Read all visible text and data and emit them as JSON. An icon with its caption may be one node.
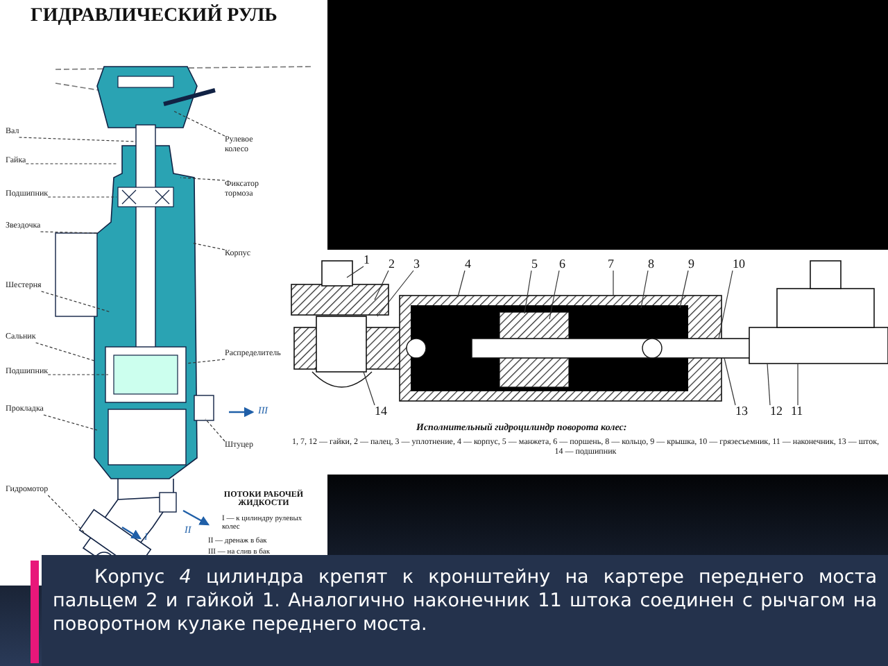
{
  "diagram": {
    "title": "ГИДРАВЛИЧЕСКИЙ РУЛЬ",
    "caption": "Корпус *4* цилиндра крепят к кронштейну на картере переднего моста пальцем 2 и гайкой 1. Аналогично наконечник 11 штока соединен с рычагом на поворотном кулаке переднего моста.",
    "nodes": [
      {
        "text": [
          "Вал"
        ]
      },
      {
        "text": [
          "Гайка"
        ]
      },
      {
        "text": [
          "Подшипник"
        ]
      },
      {
        "text": [
          "Звездочка"
        ]
      },
      {
        "text": [
          "Шестерня"
        ]
      },
      {
        "text": [
          "Сальник"
        ]
      },
      {
        "text": [
          "Подшипник"
        ]
      },
      {
        "text": [
          "Прокладка"
        ]
      },
      {
        "text": [
          "Гидромотор"
        ]
      },
      {
        "text": [
          "Рулевое колесо"
        ]
      },
      {
        "text": [
          "Фиксатор тормоза"
        ]
      },
      {
        "text": [
          "Корпус"
        ]
      },
      {
        "text": [
          "Распределитель"
        ]
      },
      {
        "text": [
          "Штуцер"
        ]
      },
      {
        "text": [
          "1"
        ]
      },
      {
        "text": [
          "2"
        ]
      },
      {
        "text": [
          "3"
        ]
      },
      {
        "text": [
          "4"
        ]
      },
      {
        "text": [
          "5"
        ]
      },
      {
        "text": [
          "6"
        ]
      },
      {
        "text": [
          "7"
        ]
      },
      {
        "text": [
          "8"
        ]
      },
      {
        "text": [
          "9"
        ]
      },
      {
        "text": [
          "10"
        ]
      },
      {
        "text": [
          "11"
        ]
      },
      {
        "text": [
          "12"
        ]
      },
      {
        "text": [
          "13"
        ]
      },
      {
        "text": [
          "14"
        ]
      }
    ],
    "edges": [
      {
        "from": 0,
        "to": null,
        "arrow": "none",
        "style": "dashed"
      },
      {
        "from": 1,
        "to": null,
        "arrow": "none",
        "style": "dashed"
      },
      {
        "from": 2,
        "to": null,
        "arrow": "none",
        "style": "dashed"
      },
      {
        "from": 3,
        "to": null,
        "arrow": "none",
        "style": "dashed"
      },
      {
        "from": 4,
        "to": null,
        "arrow": "none",
        "style": "dashed"
      },
      {
        "from": 5,
        "to": null,
        "arrow": "none",
        "style": "dashed"
      },
      {
        "from": 6,
        "to": null,
        "arrow": "none",
        "style": "dashed"
      },
      {
        "from": 7,
        "to": null,
        "arrow": "none",
        "style": "dashed"
      },
      {
        "from": 8,
        "to": null,
        "arrow": "none",
        "style": "dashed"
      },
      {
        "from": 9,
        "to": null,
        "arrow": "none",
        "style": "dashed"
      },
      {
        "from": 10,
        "to": null,
        "arrow": "none",
        "style": "dashed"
      },
      {
        "from": 11,
        "to": null,
        "arrow": "none",
        "style": "dashed"
      },
      {
        "from": 12,
        "to": null,
        "arrow": "none",
        "style": "dashed"
      },
      {
        "from": 13,
        "to": null,
        "arrow": "none",
        "style": "dashed"
      },
      {
        "from": 14,
        "to": null,
        "arrow": "none"
      },
      {
        "from": 15,
        "to": null,
        "arrow": "none"
      },
      {
        "from": 16,
        "to": null,
        "arrow": "none"
      },
      {
        "from": 17,
        "to": null,
        "arrow": "none"
      },
      {
        "from": 18,
        "to": null,
        "arrow": "none"
      },
      {
        "from": 19,
        "to": null,
        "arrow": "none"
      },
      {
        "from": 20,
        "to": null,
        "arrow": "none"
      },
      {
        "from": 21,
        "to": null,
        "arrow": "none"
      },
      {
        "from": 22,
        "to": null,
        "arrow": "none"
      },
      {
        "from": 23,
        "to": null,
        "arrow": "none"
      },
      {
        "from": 24,
        "to": null,
        "arrow": "none"
      },
      {
        "from": 25,
        "to": null,
        "arrow": "none"
      },
      {
        "from": 26,
        "to": null,
        "arrow": "none"
      },
      {
        "from": 27,
        "to": null,
        "arrow": "none"
      }
    ],
    "labels": [
      "III",
      "II",
      "I",
      "ПОТОКИ РАБОЧЕЙ ЖИДКОСТИ",
      "I — к цилиндру рулевых колес",
      "II — дренаж в бак",
      "III — на слив в бак",
      "Исполнительный гидроцилиндр поворота колес:",
      "1, 7, 12 — гайки, 2 — палец, 3 — уплотнение, 4 — корпус, 5 — манжета, 6 — поршень, 8 — кольцо, 9 — крышка, 10 — грязесъемник, 11 — наконечник, 13 — шток, 14 — подшипник"
    ]
  }
}
